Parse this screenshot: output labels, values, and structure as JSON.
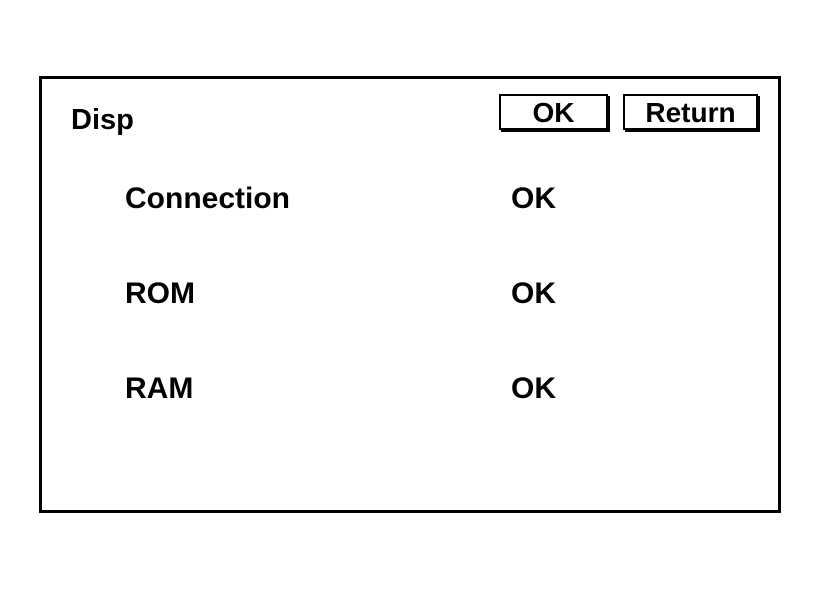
{
  "screen": {
    "title": "Disp",
    "buttons": {
      "ok_label": "OK",
      "return_label": "Return"
    },
    "items": [
      {
        "label": "Connection",
        "status": "OK"
      },
      {
        "label": "ROM",
        "status": "OK"
      },
      {
        "label": "RAM",
        "status": "OK"
      }
    ]
  }
}
